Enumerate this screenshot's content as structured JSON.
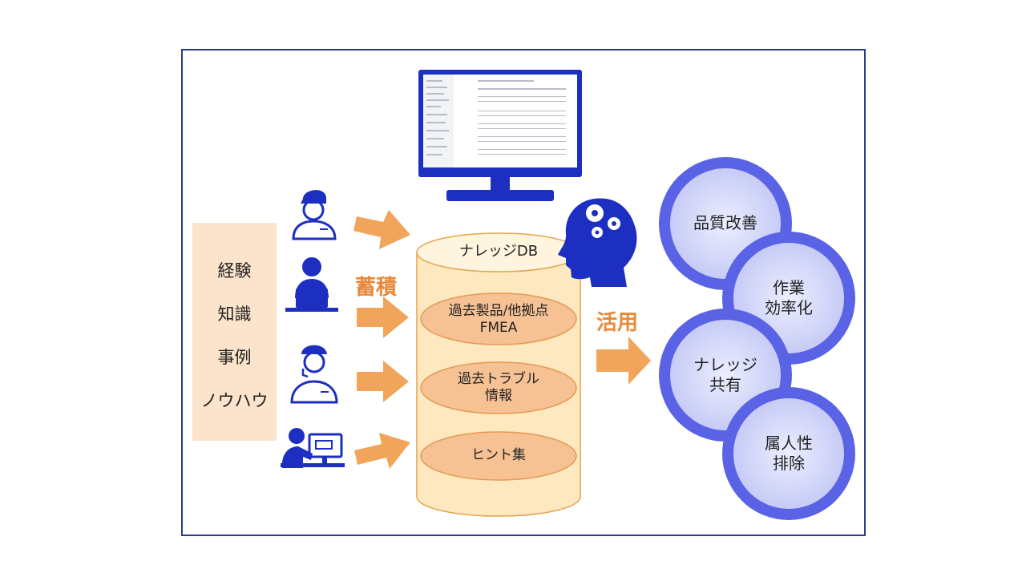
{
  "sources": [
    "経験",
    "知識",
    "事例",
    "ノウハウ"
  ],
  "accumulate_label": "蓄積",
  "utilize_label": "活用",
  "db": {
    "title": "ナレッジDB",
    "items": [
      {
        "line1": "過去製品/他拠点",
        "line2": "FMEA"
      },
      {
        "line1": "過去トラブル",
        "line2": "情報"
      },
      {
        "line1": "ヒント集",
        "line2": ""
      }
    ]
  },
  "benefits": [
    {
      "line1": "品質改善",
      "line2": ""
    },
    {
      "line1": "作業",
      "line2": "効率化"
    },
    {
      "line1": "ナレッジ",
      "line2": "共有"
    },
    {
      "line1": "属人性",
      "line2": "排除"
    }
  ],
  "colors": {
    "navy": "#1c2fc0",
    "orange": "#f0a55a",
    "db_fill": "#fde8bf",
    "oval_fill": "#f6c193",
    "circle_ring": "#5a63e6",
    "circle_fill": "#c9cdf7"
  }
}
